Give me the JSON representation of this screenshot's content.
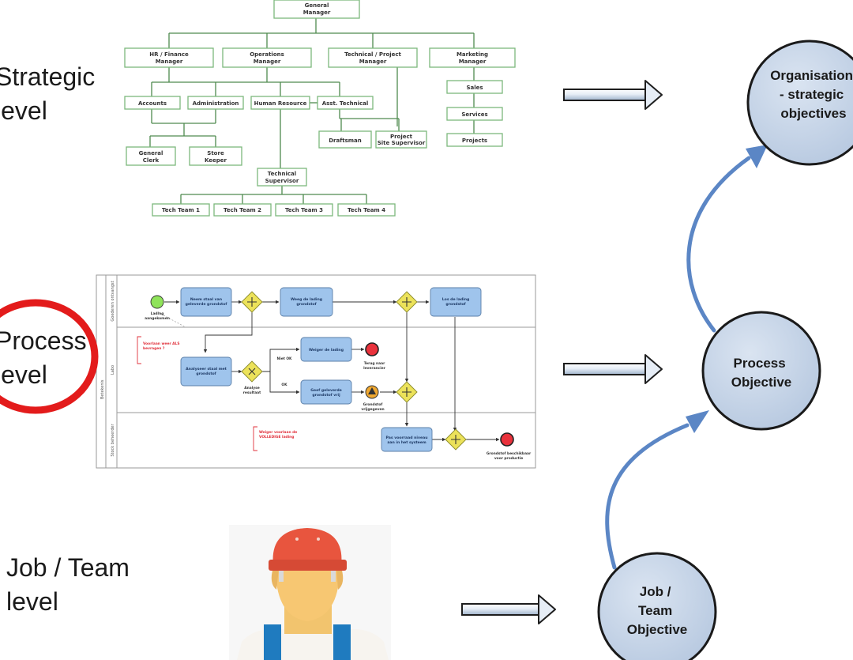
{
  "levels": {
    "strategic": [
      "Strategic",
      "level"
    ],
    "process": [
      "Process",
      "level"
    ],
    "job": [
      "Job / Team",
      "level"
    ]
  },
  "objectives": {
    "organisation": [
      "Organisation",
      "- strategic",
      "objectives"
    ],
    "process": [
      "Process",
      "Objective"
    ],
    "job": [
      "Job /",
      "Team",
      "Objective"
    ]
  },
  "org_chart": {
    "general_manager": [
      "General",
      "Manager"
    ],
    "managers": [
      [
        "HR / Finance",
        "Manager"
      ],
      [
        "Operations",
        "Manager"
      ],
      [
        "Technical / Project",
        "Manager"
      ],
      [
        "Marketing",
        "Manager"
      ]
    ],
    "departments": [
      "Accounts",
      "Administration",
      "Human Resource",
      "Asst. Technical"
    ],
    "marketing_units": [
      "Sales",
      "Services",
      "Projects"
    ],
    "technical_staff": [
      [
        "Draftsman"
      ],
      [
        "Project",
        "Site Supervisor"
      ]
    ],
    "clerks": [
      [
        "General",
        "Clerk"
      ],
      [
        "Store",
        "Keeper"
      ]
    ],
    "technical_supervisor": [
      "Technical",
      "Supervisor"
    ],
    "tech_teams": [
      "Tech Team 1",
      "Tech Team 2",
      "Tech Team 3",
      "Tech Team 4"
    ]
  },
  "process_diagram": {
    "lanes": [
      "Goederen ontvangst",
      "Labo",
      "Stock beheerder"
    ],
    "pool": "Betekenis",
    "tasks": [
      [
        "Neem staal van",
        "geleverde grondstof"
      ],
      [
        "Weeg de lading",
        "grondstof"
      ],
      [
        "Los de lading",
        "grondstof"
      ],
      [
        "Analyseer staal met",
        "grondstof"
      ],
      [
        "Weiger de lading"
      ],
      [
        "Geef geleverde",
        "grondstof vrij"
      ],
      [
        "Pas voorraad niveau",
        "aan in het systeem"
      ]
    ],
    "events": {
      "start": [
        "Lading",
        "aangekomen"
      ],
      "return": [
        "Terug naar",
        "leverancier"
      ],
      "released": [
        "Grondstof",
        "vrijgegeven"
      ],
      "end": [
        "Grondstof beschikbaar",
        "voor productie"
      ]
    },
    "gateway_label": [
      "Analyse",
      "resultaat"
    ],
    "flow_labels": [
      "Niet OK",
      "OK"
    ],
    "notes": [
      [
        "Voorlaan weer ALS",
        "bevragen ?"
      ],
      [
        "Weiger voorlaan de",
        "VOLLEDIGE lading"
      ]
    ]
  },
  "colors": {
    "circle_fill": "#c5d3e6",
    "circle_stroke": "#1a1a1a",
    "curve_arrow": "#5b86c5",
    "highlight_ring": "#e31b1b",
    "org_border": "#7cb87c",
    "bpmn_task": "#9fc4ec",
    "bpmn_gateway": "#ece25a"
  }
}
